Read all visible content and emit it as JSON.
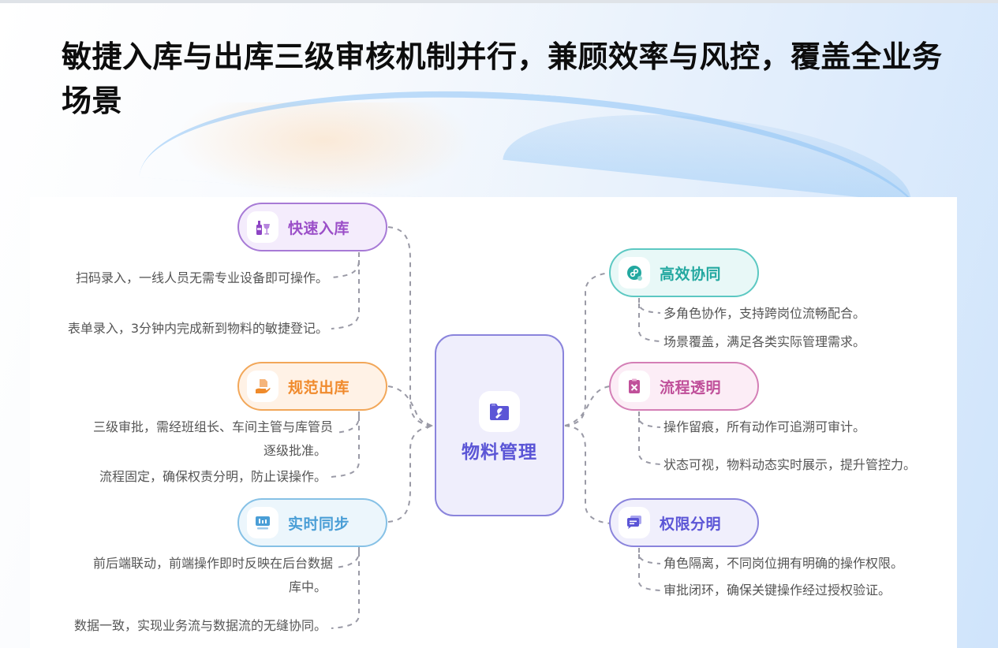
{
  "title": "敏捷入库与出库三级审核机制并行，兼顾效率与风控，覆盖全业务场景",
  "center": {
    "label": "物料管理",
    "icon": "folder-wrench-icon",
    "color": "#5b55d6"
  },
  "branches": [
    {
      "label": "快速入库",
      "icon": "bottle-glass-icon",
      "color": "#9b4fc8",
      "border": "#a77ad6",
      "bg": "#f4ecfc",
      "items": [
        "扫码录入，一线人员无需专业设备即可操作。",
        "表单录入，3分钟内完成新到物料的敏捷登记。"
      ]
    },
    {
      "label": "规范出库",
      "icon": "hand-package-icon",
      "color": "#f08a2c",
      "border": "#f2a759",
      "bg": "#fff2e6",
      "items": [
        "三级审批，需经班组长、车间主管与库管员",
        "逐级批准。",
        "流程固定，确保权责分明，防止误操作。"
      ]
    },
    {
      "label": "实时同步",
      "icon": "monitor-chart-icon",
      "color": "#4a9ed6",
      "border": "#86c1e6",
      "bg": "#ecf6fc",
      "items": [
        "前后端联动，前端操作即时反映在后台数据",
        "库中。",
        "数据一致，实现业务流与数据流的无缝协同。"
      ]
    },
    {
      "label": "高效协同",
      "icon": "link-icon",
      "color": "#23a8a0",
      "border": "#5cc8c2",
      "bg": "#e8f8f7",
      "items": [
        "多角色协作，支持跨岗位流畅配合。",
        "场景覆盖，满足各类实际管理需求。"
      ]
    },
    {
      "label": "流程透明",
      "icon": "clipboard-check-icon",
      "color": "#c0509a",
      "border": "#d47fb6",
      "bg": "#fcedf6",
      "items": [
        "操作留痕，所有动作可追溯可审计。",
        "状态可视，物料动态实时展示，提升管控力。"
      ]
    },
    {
      "label": "权限分明",
      "icon": "chat-bubble-icon",
      "color": "#5b55d6",
      "border": "#8a84dc",
      "bg": "#f0effc",
      "items": [
        "角色隔离，不同岗位拥有明确的操作权限。",
        "审批闭环，确保关键操作经过授权验证。"
      ]
    }
  ]
}
